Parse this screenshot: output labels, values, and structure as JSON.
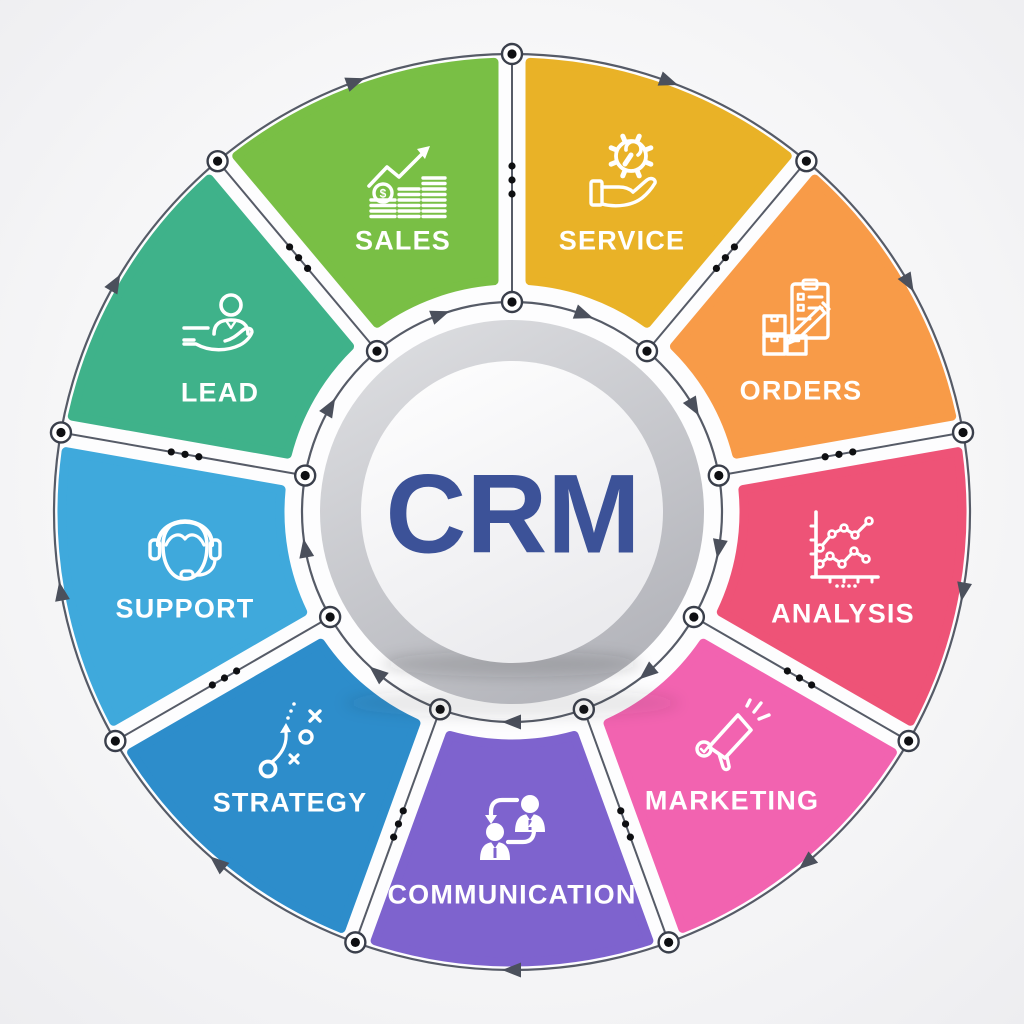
{
  "center": {
    "label": "CRM",
    "text_color": "#3C5298"
  },
  "wheel": {
    "line_color": "#565B67",
    "node_ring_color": "#3A3F4B",
    "node_dot_color": "#0E0F12",
    "arrow_color": "#4B505C",
    "icon_color": "#FFFFFF",
    "label_color": "#FFFFFF",
    "flow": "clockwise"
  },
  "segments": [
    {
      "label": "SALES",
      "color": "#79BF45",
      "icon": "sales-growth-icon",
      "icon_text": "$"
    },
    {
      "label": "SERVICE",
      "color": "#E9B227",
      "icon": "service-gear-hand-icon"
    },
    {
      "label": "ORDERS",
      "color": "#F89B48",
      "icon": "orders-boxes-clipboard-icon"
    },
    {
      "label": "ANALYSIS",
      "color": "#EE5377",
      "icon": "analysis-line-chart-icon"
    },
    {
      "label": "MARKETING",
      "color": "#F263B0",
      "icon": "marketing-megaphone-icon"
    },
    {
      "label": "COMMUNICATION",
      "color": "#7E63CE",
      "icon": "communication-exchange-icon"
    },
    {
      "label": "STRATEGY",
      "color": "#2D8DCB",
      "icon": "strategy-playbook-icon"
    },
    {
      "label": "SUPPORT",
      "color": "#3FA9DC",
      "icon": "support-headset-icon"
    },
    {
      "label": "LEAD",
      "color": "#3FB28A",
      "icon": "lead-person-hand-icon"
    }
  ]
}
